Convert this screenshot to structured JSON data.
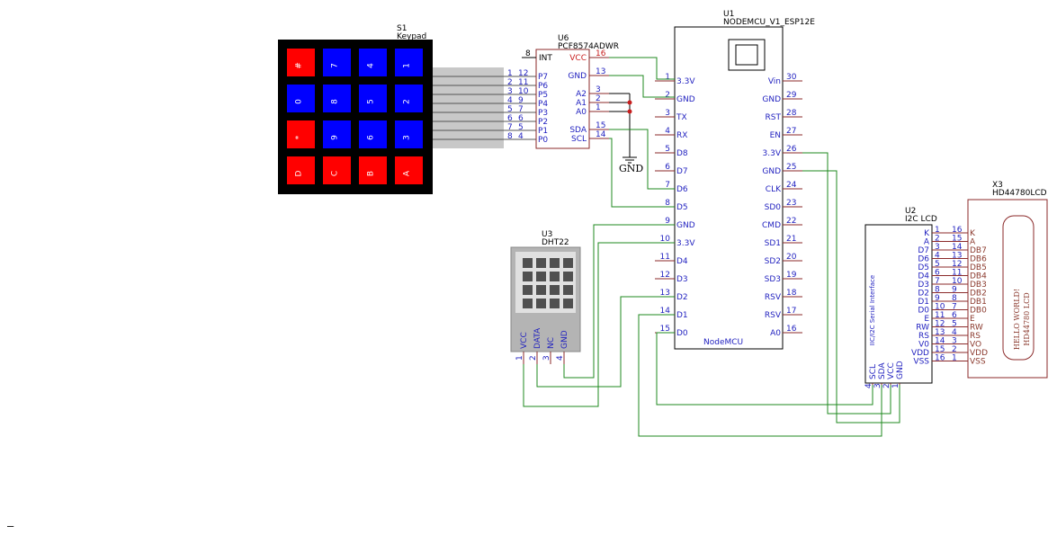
{
  "keypad": {
    "ref": "S1",
    "name": "Keypad",
    "keys": [
      {
        "label": "#",
        "color": "#ff0000"
      },
      {
        "label": "7",
        "color": "#0000ff"
      },
      {
        "label": "4",
        "color": "#0000ff"
      },
      {
        "label": "1",
        "color": "#0000ff"
      },
      {
        "label": "0",
        "color": "#0000ff"
      },
      {
        "label": "8",
        "color": "#0000ff"
      },
      {
        "label": "5",
        "color": "#0000ff"
      },
      {
        "label": "2",
        "color": "#0000ff"
      },
      {
        "label": "*",
        "color": "#ff0000"
      },
      {
        "label": "9",
        "color": "#0000ff"
      },
      {
        "label": "6",
        "color": "#0000ff"
      },
      {
        "label": "3",
        "color": "#0000ff"
      },
      {
        "label": "D",
        "color": "#ff0000"
      },
      {
        "label": "C",
        "color": "#ff0000"
      },
      {
        "label": "B",
        "color": "#ff0000"
      },
      {
        "label": "A",
        "color": "#ff0000"
      }
    ]
  },
  "expander": {
    "ref": "U6",
    "name": "PCF8574ADWR",
    "int_pin": {
      "num": "8",
      "label": "INT"
    },
    "p_pins": [
      {
        "keypad": "1",
        "num": "12",
        "label": "P7"
      },
      {
        "keypad": "2",
        "num": "11",
        "label": "P6"
      },
      {
        "keypad": "3",
        "num": "10",
        "label": "P5"
      },
      {
        "keypad": "4",
        "num": "9",
        "label": "P4"
      },
      {
        "keypad": "5",
        "num": "7",
        "label": "P3"
      },
      {
        "keypad": "6",
        "num": "6",
        "label": "P2"
      },
      {
        "keypad": "7",
        "num": "5",
        "label": "P1"
      },
      {
        "keypad": "8",
        "num": "4",
        "label": "P0"
      }
    ],
    "right_pins": [
      {
        "num": "16",
        "label": "VCC"
      },
      {
        "num": "13",
        "label": "GND"
      },
      {
        "num": "3",
        "label": "A2"
      },
      {
        "num": "2",
        "label": "A1"
      },
      {
        "num": "1",
        "label": "A0"
      },
      {
        "num": "15",
        "label": "SDA"
      },
      {
        "num": "14",
        "label": "SCL"
      }
    ],
    "gnd_label": "GND"
  },
  "nodemcu": {
    "ref": "U1",
    "name": "NODEMCU_V1_ESP12E",
    "body_label": "NodeMCU",
    "left_pins": [
      {
        "num": "1",
        "label": "3.3V"
      },
      {
        "num": "2",
        "label": "GND"
      },
      {
        "num": "3",
        "label": "TX"
      },
      {
        "num": "4",
        "label": "RX"
      },
      {
        "num": "5",
        "label": "D8"
      },
      {
        "num": "6",
        "label": "D7"
      },
      {
        "num": "7",
        "label": "D6"
      },
      {
        "num": "8",
        "label": "D5"
      },
      {
        "num": "9",
        "label": "GND"
      },
      {
        "num": "10",
        "label": "3.3V"
      },
      {
        "num": "11",
        "label": "D4"
      },
      {
        "num": "12",
        "label": "D3"
      },
      {
        "num": "13",
        "label": "D2"
      },
      {
        "num": "14",
        "label": "D1"
      },
      {
        "num": "15",
        "label": "D0"
      }
    ],
    "right_pins": [
      {
        "num": "30",
        "label": "Vin"
      },
      {
        "num": "29",
        "label": "GND"
      },
      {
        "num": "28",
        "label": "RST"
      },
      {
        "num": "27",
        "label": "EN"
      },
      {
        "num": "26",
        "label": "3.3V"
      },
      {
        "num": "25",
        "label": "GND"
      },
      {
        "num": "24",
        "label": "CLK"
      },
      {
        "num": "23",
        "label": "SD0"
      },
      {
        "num": "22",
        "label": "CMD"
      },
      {
        "num": "21",
        "label": "SD1"
      },
      {
        "num": "20",
        "label": "SD2"
      },
      {
        "num": "19",
        "label": "SD3"
      },
      {
        "num": "18",
        "label": "RSV"
      },
      {
        "num": "17",
        "label": "RSV"
      },
      {
        "num": "16",
        "label": "A0"
      }
    ]
  },
  "dht": {
    "ref": "U3",
    "name": "DHT22",
    "pins": [
      {
        "num": "1",
        "label": "VCC"
      },
      {
        "num": "2",
        "label": "DATA"
      },
      {
        "num": "3",
        "label": "NC"
      },
      {
        "num": "4",
        "label": "GND"
      }
    ]
  },
  "i2c_lcd": {
    "ref": "U2",
    "name": "I2C LCD",
    "vertical_label": "IIC/I2C Serial Interface",
    "right_pins": [
      {
        "label": "K",
        "num": "1",
        "lcd_num": "16"
      },
      {
        "label": "A",
        "num": "2",
        "lcd_num": "15"
      },
      {
        "label": "D7",
        "num": "3",
        "lcd_num": "14"
      },
      {
        "label": "D6",
        "num": "4",
        "lcd_num": "13"
      },
      {
        "label": "D5",
        "num": "5",
        "lcd_num": "12"
      },
      {
        "label": "D4",
        "num": "6",
        "lcd_num": "11"
      },
      {
        "label": "D3",
        "num": "7",
        "lcd_num": "10"
      },
      {
        "label": "D2",
        "num": "8",
        "lcd_num": "9"
      },
      {
        "label": "D1",
        "num": "9",
        "lcd_num": "8"
      },
      {
        "label": "D0",
        "num": "10",
        "lcd_num": "7"
      },
      {
        "label": "E",
        "num": "11",
        "lcd_num": "6"
      },
      {
        "label": "RW",
        "num": "12",
        "lcd_num": "5"
      },
      {
        "label": "RS",
        "num": "13",
        "lcd_num": "4"
      },
      {
        "label": "V0",
        "num": "14",
        "lcd_num": "3"
      },
      {
        "label": "VDD",
        "num": "15",
        "lcd_num": "2"
      },
      {
        "label": "VSS",
        "num": "16",
        "lcd_num": "1"
      }
    ],
    "bottom_pins": [
      {
        "num": "4",
        "label": "SCL"
      },
      {
        "num": "3",
        "label": "SDA"
      },
      {
        "num": "2",
        "label": "VCC"
      },
      {
        "num": "1",
        "label": "GND"
      }
    ]
  },
  "lcd": {
    "ref": "X3",
    "name": "HD44780LCD",
    "pins": [
      "K",
      "A",
      "DB7",
      "DB6",
      "DB5",
      "DB4",
      "DB3",
      "DB2",
      "DB1",
      "DB0",
      "E",
      "RW",
      "RS",
      "VO",
      "VDD",
      "VSS"
    ],
    "screen_line1": "HELLO WORLD!",
    "screen_line2": "HD44780 LCD"
  },
  "cursor_glyph": "–"
}
